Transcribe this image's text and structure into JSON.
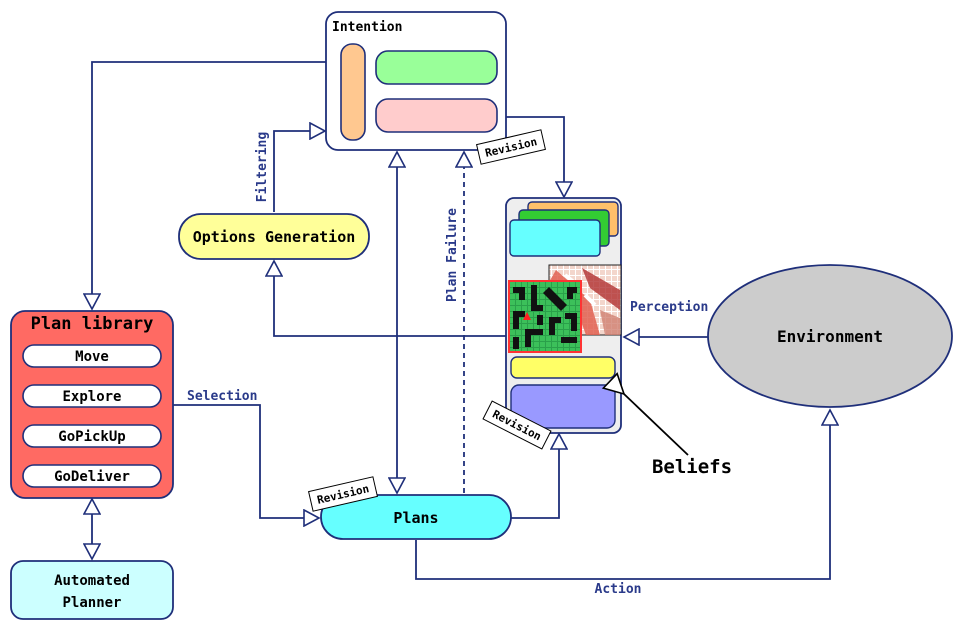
{
  "nodes": {
    "intention": {
      "title": "Intention"
    },
    "options_generation": {
      "title": "Options Generation"
    },
    "plan_library": {
      "title": "Plan library",
      "plans": [
        "Move",
        "Explore",
        "GoPickUp",
        "GoDeliver"
      ]
    },
    "automated_planner": {
      "line1": "Automated",
      "line2": "Planner"
    },
    "plans": {
      "title": "Plans"
    },
    "environment": {
      "title": "Environment"
    },
    "beliefs": {
      "title": "Beliefs"
    }
  },
  "edge_labels": {
    "filtering": "Filtering",
    "plan_failure": "Plan Failure",
    "selection": "Selection",
    "perception": "Perception",
    "action": "Action"
  },
  "tags": {
    "revision_intention": "Revision",
    "revision_beliefs": "Revision",
    "revision_plans": "Revision"
  },
  "colors": {
    "stroke": "#1f2f7a",
    "label_blue": "#2a3a8a",
    "intention_orange": "#ffc890",
    "intention_green": "#99ff99",
    "intention_pink": "#ffcccc",
    "options_yellow": "#ffff99",
    "plan_library_red": "#ff6a63",
    "planner_cyan": "#ccffff",
    "plans_cyan": "#66ffff",
    "beliefs_panel": "#eeeeee",
    "beliefs_yellow": "#ffff66",
    "beliefs_purple": "#9999ff",
    "environment_gray": "#cccccc"
  }
}
